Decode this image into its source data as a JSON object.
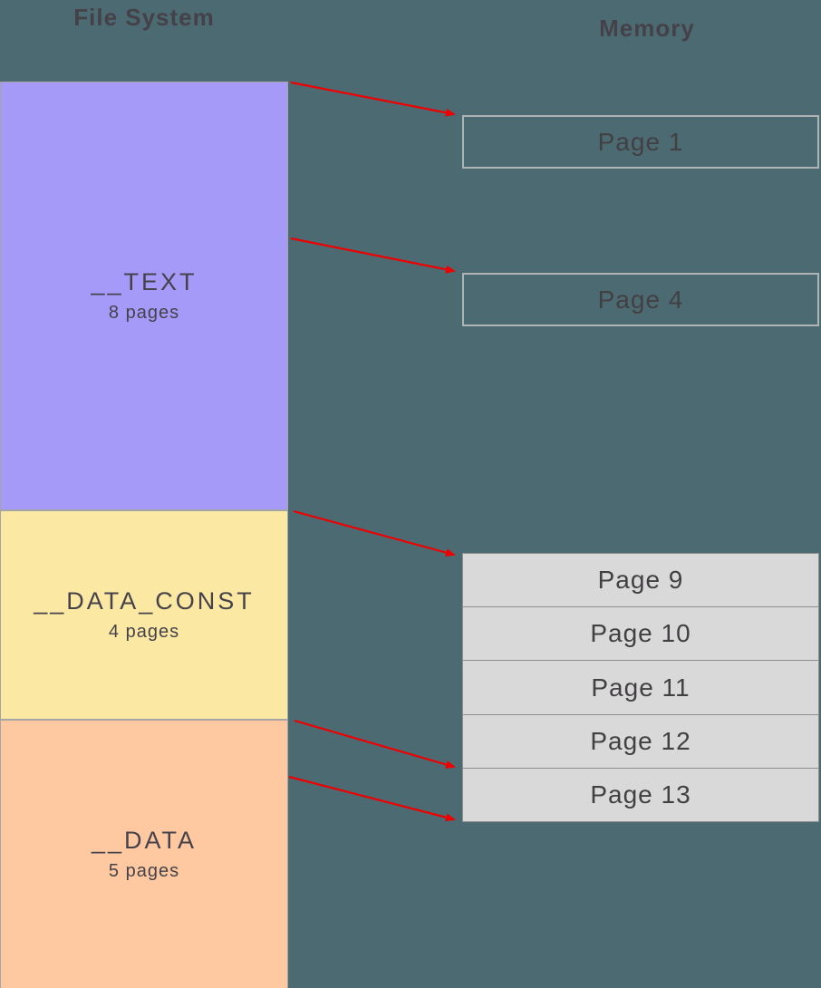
{
  "titles": {
    "file_system": "File System",
    "memory": "Memory"
  },
  "file_system": {
    "segments": [
      {
        "name": "__TEXT",
        "size_label": "8 pages",
        "color": "#a59af8"
      },
      {
        "name": "__DATA_CONST",
        "size_label": "4 pages",
        "color": "#fbe8a2"
      },
      {
        "name": "__DATA",
        "size_label": "5 pages",
        "color": "#fec9a0"
      }
    ]
  },
  "memory": {
    "outlined_pages": [
      {
        "label": "Page 1"
      },
      {
        "label": "Page 4"
      }
    ],
    "resident_pages": [
      {
        "label": "Page 9"
      },
      {
        "label": "Page 10"
      },
      {
        "label": "Page 11"
      },
      {
        "label": "Page 12"
      },
      {
        "label": "Page 13"
      }
    ]
  },
  "mappings": [
    {
      "from": "__TEXT",
      "to": "Page 1"
    },
    {
      "from": "__TEXT",
      "to": "Page 4"
    },
    {
      "from": "__DATA_CONST",
      "to": "Page 9"
    },
    {
      "from": "__DATA",
      "to": "Page 13"
    },
    {
      "from": "__DATA",
      "to": "end of resident pages"
    }
  ],
  "colors": {
    "bg": "#4c6a72",
    "arrow": "#ee0000",
    "title-text": "#454149",
    "segment-text": "#45424b",
    "page-text": "#434043",
    "frame-fill": "#d9d9d9",
    "frame-border": "#8f8f8f",
    "outline-border": "#aeb4b4"
  }
}
